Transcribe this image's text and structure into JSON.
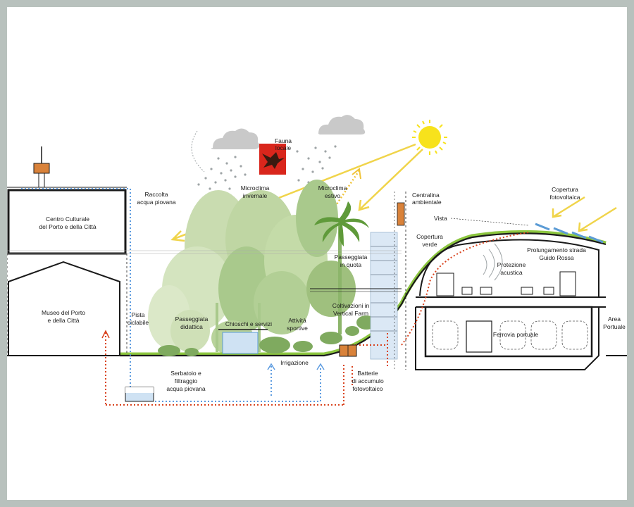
{
  "colors": {
    "background": "#b8c1bd",
    "sun": "#f7e21c",
    "sun_ray": "#f0d44a",
    "tree_light": "#c9dcb0",
    "tree_mid": "#a9c98c",
    "tree_dark": "#7faa5f",
    "grass": "#8cc63f",
    "water_arrow": "#5c9be0",
    "energy_arrow": "#d9431e",
    "battery": "#d9823a",
    "solar_panel": "#5b9bd5",
    "bird_box": "#d9261c"
  },
  "labels": {
    "raccolta": [
      "Raccolta",
      "acqua piovana"
    ],
    "microclima_invernale": [
      "Microclima",
      "invernale"
    ],
    "fauna": [
      "Fauna",
      "locale"
    ],
    "microclima_estivo": [
      "Microclima",
      "estivo"
    ],
    "centralina": [
      "Centralina",
      "ambientale"
    ],
    "copertura_fv": [
      "Copertura",
      "fotovoltaica"
    ],
    "vista": [
      "Vista"
    ],
    "copertura_verde": [
      "Copertura",
      "verde"
    ],
    "prolungamento": [
      "Prolungamento strada",
      "Guido Rossa"
    ],
    "protezione": [
      "Protezione",
      "acustica"
    ],
    "centro_culturale": [
      "Centro Culturale",
      "del Porto e della Città"
    ],
    "museo": [
      "Museo del Porto",
      "e della Città"
    ],
    "pista": [
      "Pista",
      "ciclabile"
    ],
    "passeggiata_didattica": [
      "Passeggiata",
      "didattica"
    ],
    "chioschi": [
      "Chioschi e servizi"
    ],
    "attivita": [
      "Attività",
      "sportive"
    ],
    "passeggiata_quota": [
      "Passeggiata",
      "in quota"
    ],
    "coltivazioni": [
      "Coltivazioni in",
      "Vertical Farm"
    ],
    "ferrovia": [
      "Ferrovia portuale"
    ],
    "area_portuale": [
      "Area",
      "Portuale"
    ],
    "irrigazione": [
      "Irrigazione"
    ],
    "serbatoio": [
      "Serbatoio e",
      "filtraggio",
      "acqua piovana"
    ],
    "batterie": [
      "Batterie",
      "di accumulo",
      "fotovoltaico"
    ]
  }
}
